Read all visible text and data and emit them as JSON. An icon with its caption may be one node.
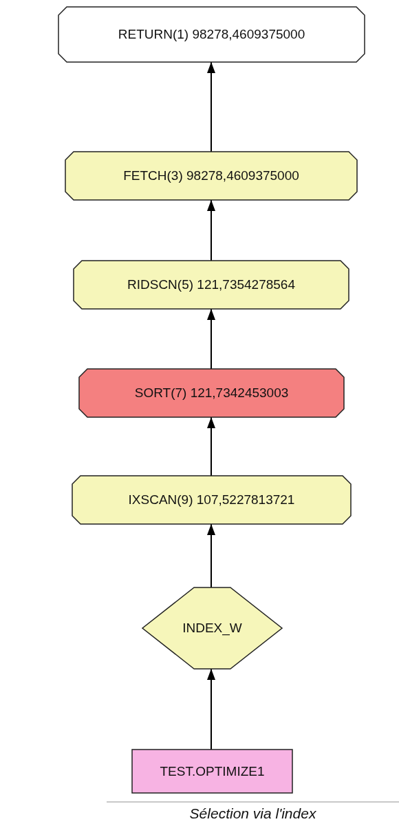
{
  "diagram": {
    "caption": "Sélection via l'index",
    "nodes": [
      {
        "text": [
          "RETURN(1) 98278,4609375000"
        ]
      },
      {
        "text": [
          "FETCH(3) 98278,4609375000"
        ]
      },
      {
        "text": [
          "RIDSCN(5) 121,7354278564"
        ]
      },
      {
        "text": [
          "SORT(7) 121,7342453003"
        ]
      },
      {
        "text": [
          "IXSCAN(9) 107,5227813721"
        ]
      },
      {
        "text": [
          "INDEX_W"
        ]
      },
      {
        "text": [
          "TEST.OPTIMIZE1"
        ]
      }
    ],
    "edges": [
      {
        "from": 6,
        "to": 5,
        "arrow": "to"
      },
      {
        "from": 5,
        "to": 4,
        "arrow": "to"
      },
      {
        "from": 4,
        "to": 3,
        "arrow": "to"
      },
      {
        "from": 3,
        "to": 2,
        "arrow": "to"
      },
      {
        "from": 2,
        "to": 1,
        "arrow": "to"
      },
      {
        "from": 1,
        "to": 0,
        "arrow": "to"
      }
    ]
  }
}
